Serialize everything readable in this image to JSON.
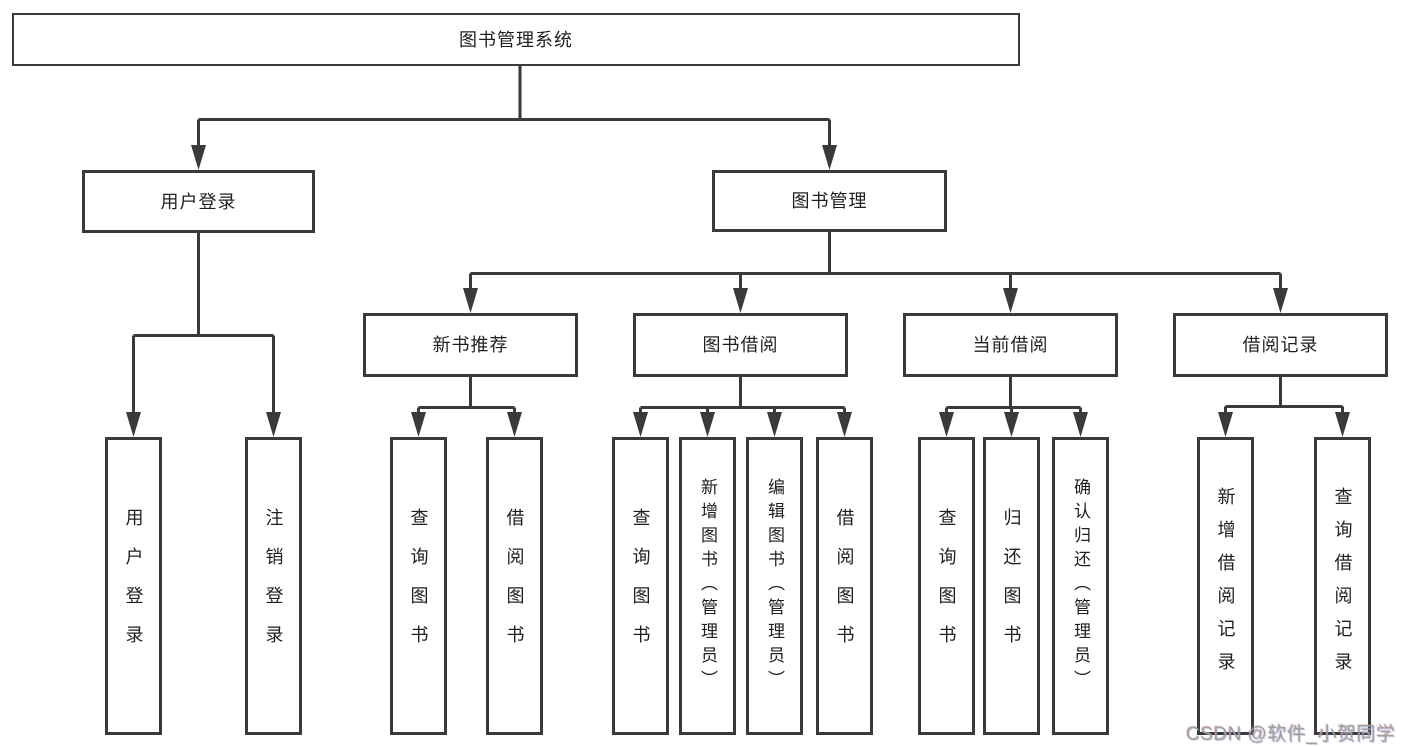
{
  "colors": {
    "line": "#3a3a3a",
    "box_border": "#3a3a3a",
    "text": "#1f1f1f",
    "background": "#ffffff",
    "watermark": "#9f9f9f"
  },
  "diagram": {
    "root": {
      "label": "图书管理系统"
    },
    "branches": [
      {
        "label": "用户登录",
        "children": [
          "用户登录",
          "注销登录"
        ]
      },
      {
        "label": "图书管理",
        "groups": [
          {
            "label": "新书推荐",
            "children": [
              "查询图书",
              "借阅图书"
            ]
          },
          {
            "label": "图书借阅",
            "children": [
              "查询图书",
              "新增图书（管理员）",
              "编辑图书（管理员）",
              "借阅图书"
            ]
          },
          {
            "label": "当前借阅",
            "children": [
              "查询图书",
              "归还图书",
              "确认归还（管理员）"
            ]
          },
          {
            "label": "借阅记录",
            "children": [
              "新增借阅记录",
              "查询借阅记录"
            ]
          }
        ]
      }
    ]
  },
  "watermark": {
    "text": "CSDN @软件_小贺同学"
  }
}
